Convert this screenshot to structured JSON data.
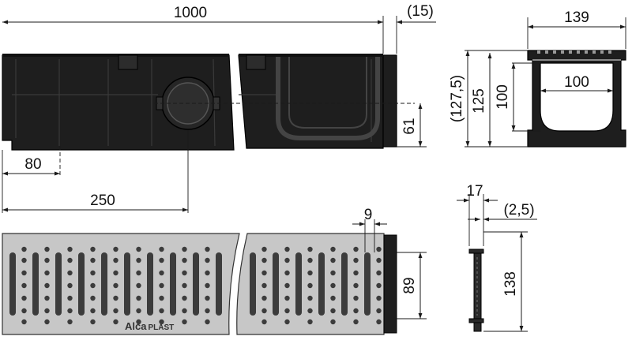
{
  "colors": {
    "channel_body": "#1e1e1e",
    "grate_surface": "#c7c7c7",
    "slot": "#3c3c3c",
    "line": "#1a1a1a"
  },
  "side_view": {
    "dim_length": "1000",
    "dim_end_cap": "(15)",
    "dim_outlet_offset": "80",
    "dim_outlet_center": "250",
    "dim_outlet_height": "61"
  },
  "cross_section": {
    "dim_outer_width": "139",
    "dim_inner_width": "100",
    "dim_total_height": "(127,5)",
    "dim_body_height": "125",
    "dim_inner_height": "100"
  },
  "grate_top": {
    "dim_slot_width": "9",
    "dim_grate_width": "89",
    "brand_alca": "Alca",
    "brand_plast": "PLAST"
  },
  "grate_section": {
    "dim_grate_depth": "17",
    "dim_rim": "(2,5)",
    "dim_grate_height": "138"
  }
}
